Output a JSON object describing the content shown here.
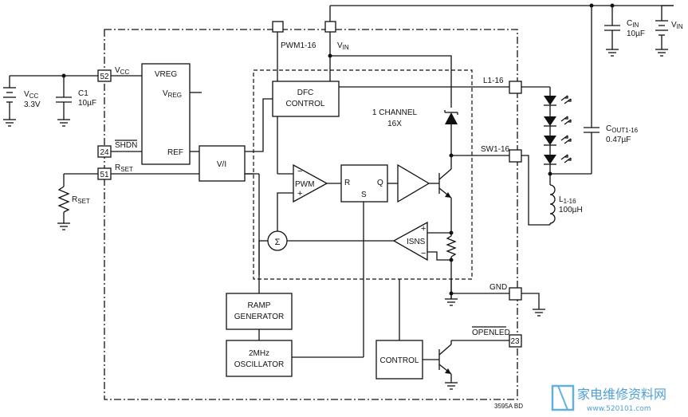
{
  "labels": {
    "vcc_supply": "V",
    "vcc_supply_sub": "CC",
    "vcc_value": "3.3V",
    "c1": "C1",
    "c1_value": "10µF",
    "pin52": "52",
    "pin24": "24",
    "pin51": "51",
    "pin23": "23",
    "vcc_pin": "V",
    "vcc_pin_sub": "CC",
    "shdn": "SHDN",
    "rset_pin": "R",
    "rset_pin_sub": "SET",
    "rset_res": "R",
    "rset_res_sub": "SET",
    "vreg_block_title": "VREG",
    "vreg_out": "V",
    "vreg_out_sub": "REG",
    "ref": "REF",
    "vi": "V/I",
    "pwm_pin": "PWM1-16",
    "vin_pin": "V",
    "vin_pin_sub": "IN",
    "dfc_line1": "DFC",
    "dfc_line2": "CONTROL",
    "channel_line1": "1 CHANNEL",
    "channel_line2": "16X",
    "pwm_comp": "PWM",
    "latch_r": "R",
    "latch_s": "S",
    "latch_q": "Q",
    "isns": "ISNS",
    "sigma": "Σ",
    "ramp_line1": "RAMP",
    "ramp_line2": "GENERATOR",
    "osc_line1": "2MHz",
    "osc_line2": "OSCILLATOR",
    "control": "CONTROL",
    "l1_pin": "L1-16",
    "sw1_pin": "SW1-16",
    "gnd_pin": "GND",
    "openled": "OPENLED",
    "cin": "C",
    "cin_sub": "IN",
    "cin_value": "10µF",
    "vin_supply": "V",
    "vin_supply_sub": "IN",
    "cout": "C",
    "cout_sub": "OUT1-16",
    "cout_value": "0.47µF",
    "inductor": "L",
    "inductor_sub": "1-16",
    "inductor_value": "100µH",
    "drawing_code": "3595A BD"
  },
  "watermark": {
    "text": "家电维修资料网",
    "url": "www.520101.com"
  }
}
